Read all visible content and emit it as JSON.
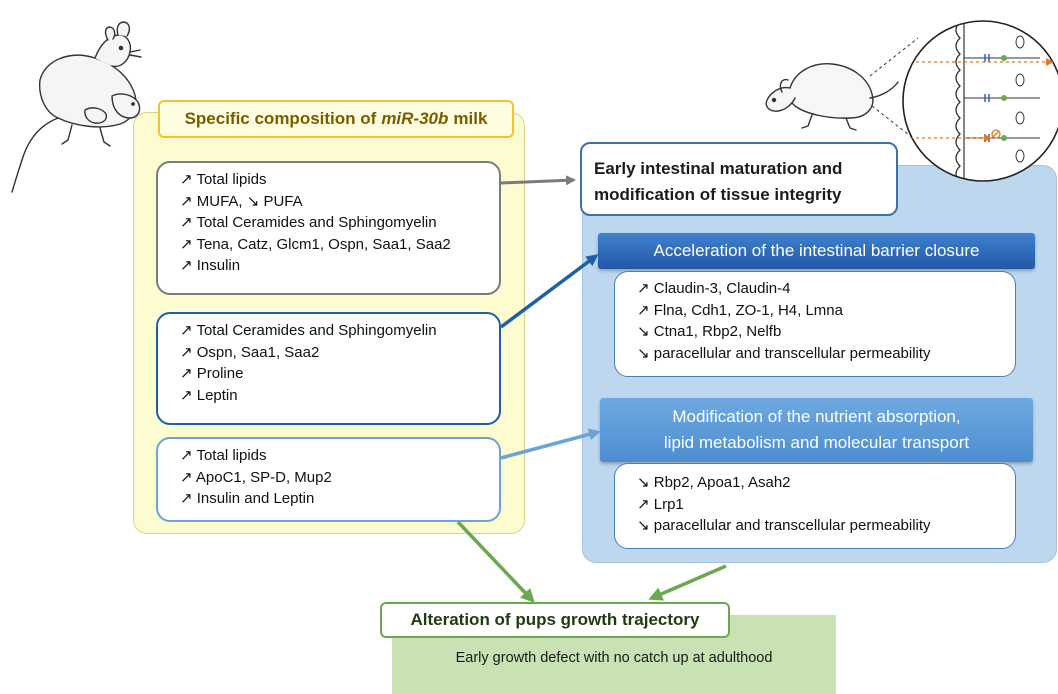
{
  "left": {
    "title_pre": "Specific composition of",
    "title_italic": "miR-30b",
    "title_post": "milk",
    "box1": [
      "↗ Total lipids",
      "↗ MUFA, ↘ PUFA",
      "↗ Total Ceramides and Sphingomyelin",
      "↗ Tena, Catz, Glcm1, Ospn, Saa1, Saa2",
      "↗ Insulin"
    ],
    "box2": [
      "↗ Total Ceramides and Sphingomyelin",
      "↗ Ospn, Saa1, Saa2",
      "↗ Proline",
      "↗ Leptin"
    ],
    "box3": [
      "↗ Total lipids",
      "↗ ApoC1, SP-D, Mup2",
      "↗ Insulin and Leptin"
    ]
  },
  "right": {
    "title": [
      "Early intestinal maturation and",
      "modification of tissue integrity"
    ],
    "barrier_header": "Acceleration of the intestinal barrier closure",
    "barrier_items": [
      "↗ Claudin-3, Claudin-4",
      "↗ Flna, Cdh1, ZO-1, H4, Lmna",
      "↘ Ctna1, Rbp2, Nelfb",
      "↘ paracellular and transcellular permeability"
    ],
    "nutrient_header": [
      "Modification of the nutrient absorption,",
      "lipid metabolism and molecular transport"
    ],
    "nutrient_items": [
      "↘ Rbp2, Apoa1, Asah2",
      "↗ Lrp1",
      "↘ paracellular and transcellular permeability"
    ]
  },
  "bottom": {
    "title": "Alteration of pups growth trajectory",
    "text": "Early growth defect with no catch up at adulthood"
  },
  "colors": {
    "yellow_panel": "#fdfbd0",
    "blue_panel": "#bcd7ee",
    "green_panel": "#c9e2b4",
    "dark_blue": "#1f5fa8",
    "light_blue": "#6aa3d8",
    "grey": "#7b7b7b",
    "green_arrow": "#6aa84f"
  }
}
